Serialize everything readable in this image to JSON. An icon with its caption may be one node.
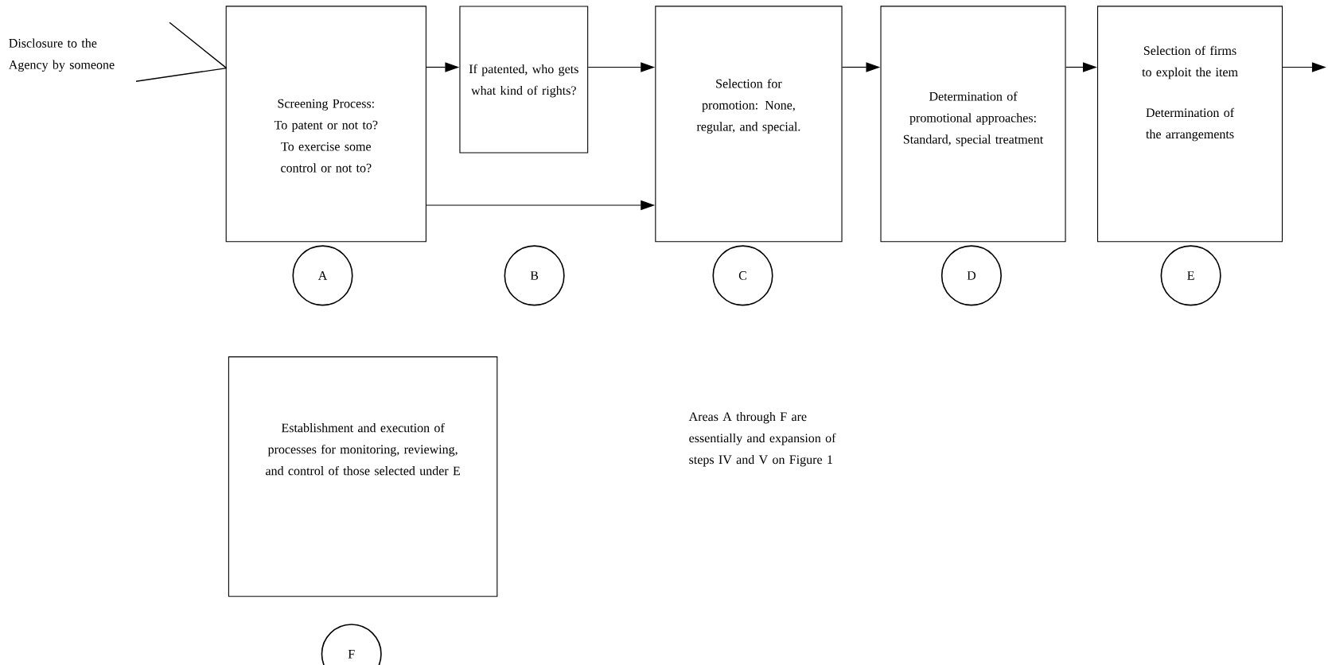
{
  "diagram": {
    "nodes": [
      {
        "text": [
          "Disclosure to the Agency by someone"
        ]
      },
      {
        "text": [
          "Screening Process: To patent or not to? To exercise some control or not to?"
        ]
      },
      {
        "text": [
          "If patented, who gets what kind of rights?"
        ]
      },
      {
        "text": [
          "Selection for promotion: None, regular, and special."
        ]
      },
      {
        "text": [
          "Determination of promotional approaches: Standard, special treatment"
        ]
      },
      {
        "text": [
          "Selection of firms to exploit the item",
          "Determination of the arrangements"
        ]
      },
      {
        "text": [
          "Establishment and execution of processes for monitoring, reviewing, and control of those selected under E"
        ]
      },
      {
        "text": [
          "A"
        ]
      },
      {
        "text": [
          "B"
        ]
      },
      {
        "text": [
          "C"
        ]
      },
      {
        "text": [
          "D"
        ]
      },
      {
        "text": [
          "E"
        ]
      },
      {
        "text": [
          "F"
        ]
      }
    ],
    "edges": [
      {
        "from": 0,
        "to": 1,
        "arrow": "none"
      },
      {
        "from": 1,
        "to": 2,
        "arrow": "to"
      },
      {
        "from": 1,
        "to": 3,
        "arrow": "to"
      },
      {
        "from": 2,
        "to": 3,
        "arrow": "to"
      },
      {
        "from": 3,
        "to": 4,
        "arrow": "to"
      },
      {
        "from": 4,
        "to": 5,
        "arrow": "to"
      },
      {
        "from": 5,
        "to": null,
        "arrow": "to"
      }
    ],
    "labels": [
      "Areas A through F are essentially and expansion of steps IV and V on Figure 1"
    ]
  }
}
